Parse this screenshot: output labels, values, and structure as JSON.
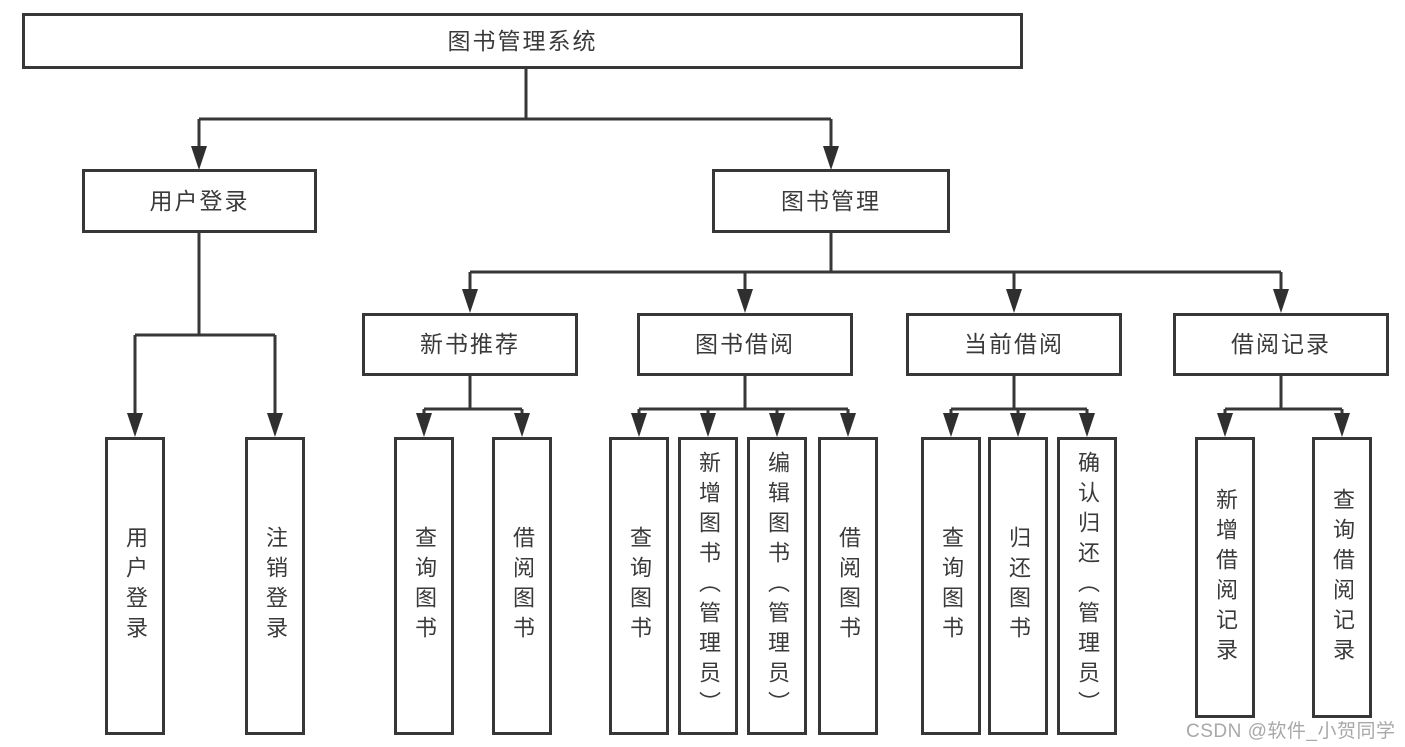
{
  "diagram": {
    "watermark": {
      "text": "CSDN @软件_小贺同学"
    },
    "colors": {
      "line": "#373737",
      "text": "#3a3a3a",
      "box_background": "#ffffff",
      "watermark": "#a8a8a8",
      "background": "#ffffff"
    },
    "tree": {
      "root": {
        "label": "图书管理系统"
      },
      "branches": [
        {
          "label": "用户登录",
          "children": [
            {
              "label": "用户登录"
            },
            {
              "label": "注销登录"
            }
          ]
        },
        {
          "label": "图书管理",
          "children": [
            {
              "label": "新书推荐",
              "children": [
                {
                  "label": "查询图书"
                },
                {
                  "label": "借阅图书"
                }
              ]
            },
            {
              "label": "图书借阅",
              "children": [
                {
                  "label": "查询图书"
                },
                {
                  "label": "新增图书（管理员）"
                },
                {
                  "label": "编辑图书（管理员）"
                },
                {
                  "label": "借阅图书"
                }
              ]
            },
            {
              "label": "当前借阅",
              "children": [
                {
                  "label": "查询图书"
                },
                {
                  "label": "归还图书"
                },
                {
                  "label": "确认归还（管理员）"
                }
              ]
            },
            {
              "label": "借阅记录",
              "children": [
                {
                  "label": "新增借阅记录"
                },
                {
                  "label": "查询借阅记录"
                }
              ]
            }
          ]
        }
      ]
    }
  }
}
